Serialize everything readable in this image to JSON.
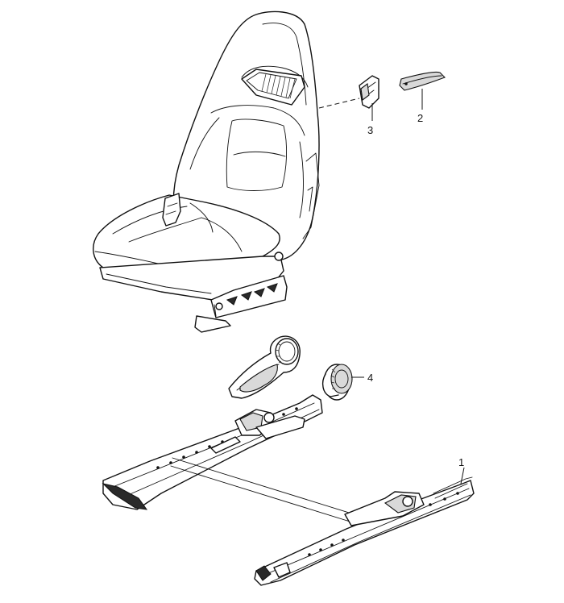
{
  "diagram": {
    "parts": [
      {
        "number": "1",
        "part": "seat-rail-assembly"
      },
      {
        "number": "2",
        "part": "trim-cap"
      },
      {
        "number": "3",
        "part": "clip"
      },
      {
        "number": "4",
        "part": "adjuster-knob"
      }
    ]
  }
}
